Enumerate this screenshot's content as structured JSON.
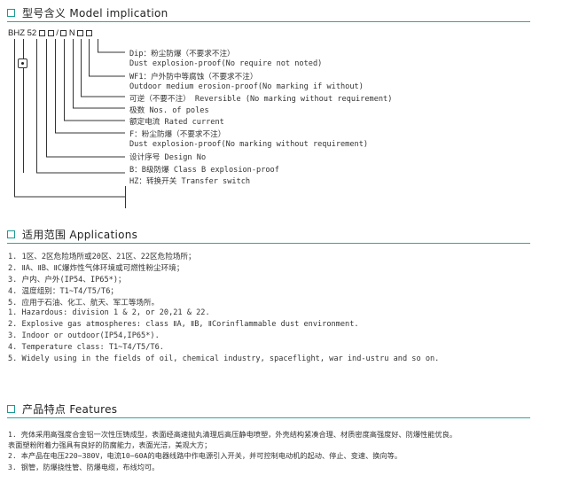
{
  "model": {
    "heading": "型号含义 Model implication",
    "code": [
      "BHZ 52",
      "box",
      "box",
      "/",
      "box",
      "N",
      "box",
      "box"
    ],
    "annotations": [
      "Dip：粉尘防爆（不要求不注）",
      "Dust explosion-proof(No require not noted)",
      "WF1：户外防中等腐蚀（不要求不注）",
      "Outdoor medium erosion-proof(No marking if without)",
      "可逆（不要不注）  Reversible (No marking without requirement)",
      "极数  Nos. of poles",
      "额定电流  Rated current",
      "F：粉尘防爆（不要求不注）",
      "Dust explosion-proof(No marking without requirement)",
      "设计序号  Design No",
      "B：B级防爆  Class B explosion-proof",
      "HZ：转换开关  Transfer switch"
    ]
  },
  "applications": {
    "heading": "适用范围 Applications",
    "lines": [
      "1. 1区、2区危险场所或20区、21区、22区危险场所；",
      "2. ⅡA、ⅡB、ⅡC爆炸性气体环境或可燃性粉尘环境；",
      "3. 户内、户外(IP54、IP65*)；",
      "4. 温度组别：T1~T4/T5/T6；",
      "5. 应用于石油、化工、航天、军工等场所。",
      "1. Hazardous: division 1 & 2, or 20,21 & 22.",
      "2. Explosive gas atmospheres: class ⅡA, ⅡB, ⅡCorinflammable dust environment.",
      "3. Indoor or outdoor(IP54,IP65*).",
      "4. Temperature class: T1~T4/T5/T6.",
      "5. Widely using in the fields of oil, chemical industry, spaceflight, war ind-ustru and so on."
    ]
  },
  "features": {
    "heading": "产品特点 Features",
    "lines": [
      "1. 壳体采用高强度合金铝一次性压铸成型，表面经高速抛丸清理后高压静电喷塑，外壳结构紧凑合理、材质密度高强度好、防爆性能优良。",
      "   表面塑粉附着力强具有良好的防腐能力，表面光洁，美观大方；",
      "2. 本产品在电压220~380V，电流10~60A的电器线路中作电源引入开关，并可控制电动机的起动、停止、变速、换向等。",
      "3. 钢管，防爆挠性管、防爆电缆，布线均可。"
    ]
  }
}
